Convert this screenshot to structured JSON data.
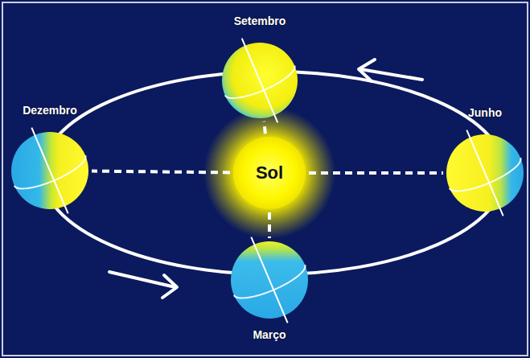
{
  "diagram": {
    "nodes": [
      {
        "text": [
          "Setembro"
        ]
      },
      {
        "text": [
          "Dezembro"
        ]
      },
      {
        "text": [
          "Sol"
        ]
      },
      {
        "text": [
          "Junho"
        ]
      },
      {
        "text": [
          "Março"
        ]
      }
    ],
    "edges": [
      {
        "from": 2,
        "to": 0,
        "arrow": "none"
      },
      {
        "from": 2,
        "to": 1,
        "arrow": "none"
      },
      {
        "from": 2,
        "to": 3,
        "arrow": "none"
      },
      {
        "from": 2,
        "to": 4,
        "arrow": "none"
      }
    ]
  }
}
